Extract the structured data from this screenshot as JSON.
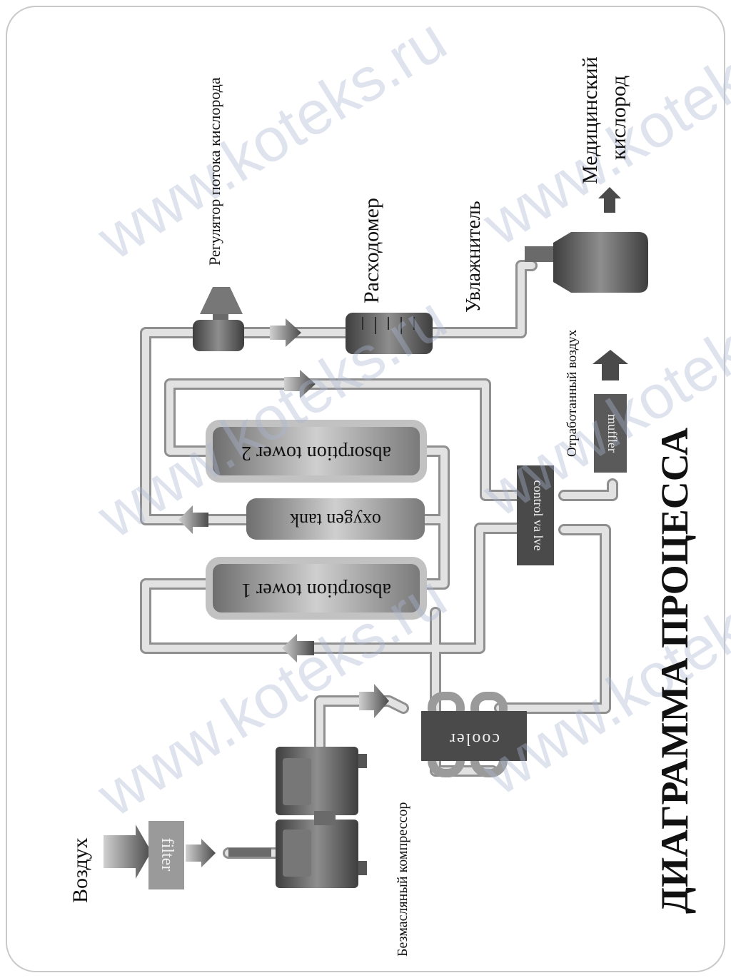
{
  "title": "ДИАГРАММА ПРОЦЕССА",
  "labels": {
    "air": "Воздух",
    "compressor": "Безмасляный  компрессор",
    "regulator": "Регулятор потока кислорода",
    "flowmeter": "Расходомер",
    "humidifier": "Увлажнитель",
    "medical_oxygen_line1": "Медицинский",
    "medical_oxygen_line2": "кислород",
    "exhaust_air": "Отработанный воздух"
  },
  "components": {
    "filter": "filter",
    "cooler": "cooler",
    "tower1": "absorption tower 1",
    "tower2": "absorption tower 2",
    "tank": "oxygen tank",
    "control_valve": "control va lve",
    "muffler": "muffler"
  },
  "watermark": "www.koteks.ru",
  "colors": {
    "pipe": "#c8c8c8",
    "component": "#5a5a5a",
    "tower": "#a3a3a3",
    "text": "#111111"
  }
}
